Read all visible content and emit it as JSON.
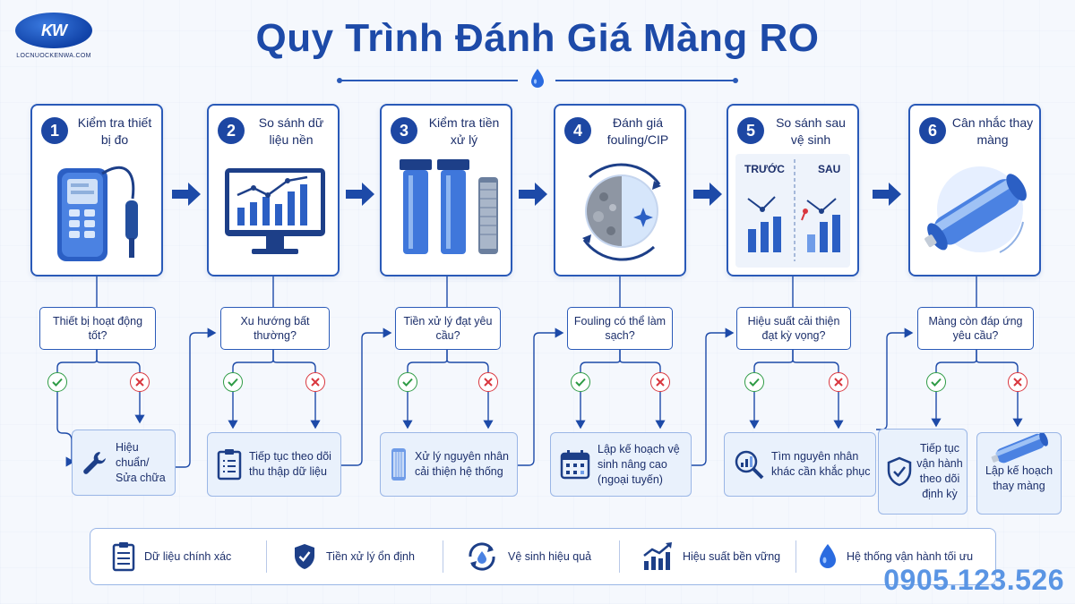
{
  "brand": {
    "logo_text": "KW",
    "url": "LOCNUOCKENWA.COM"
  },
  "title": "Quy Trình Đánh Giá Màng RO",
  "steps": [
    {
      "number": "1",
      "title": "Kiểm tra thiết bị đo",
      "question": "Thiết bị hoạt động tốt?",
      "action": "Hiệu chuẩn/ Sửa chữa"
    },
    {
      "number": "2",
      "title": "So sánh dữ liệu nền",
      "question": "Xu hướng bất thường?",
      "action": "Tiếp tục theo dõi thu thập dữ liệu"
    },
    {
      "number": "3",
      "title": "Kiểm tra tiền xử lý",
      "question": "Tiền xử lý đạt yêu cầu?",
      "action": "Xử lý nguyên nhân cải thiện hệ thống"
    },
    {
      "number": "4",
      "title": "Đánh giá fouling/CIP",
      "question": "Fouling có thể làm sạch?",
      "action": "Lập kế hoạch vệ sinh nâng cao (ngoại tuyến)"
    },
    {
      "number": "5",
      "title": "So sánh sau vệ sinh",
      "question": "Hiệu suất cải thiện đạt kỳ vọng?",
      "action": "Tìm nguyên nhân khác cần khắc phục",
      "labels": {
        "before": "TRƯỚC",
        "after": "SAU"
      }
    },
    {
      "number": "6",
      "title": "Cân nhắc thay màng",
      "question": "Màng còn đáp ứng yêu cầu?",
      "action_yes": "Tiếp tục vận hành theo dõi định kỳ",
      "action_no": "Lập kế hoạch thay màng"
    }
  ],
  "footer": [
    {
      "icon": "clipboard-icon",
      "label": "Dữ liệu chính xác"
    },
    {
      "icon": "shield-check-icon",
      "label": "Tiền xử lý ổn định"
    },
    {
      "icon": "recycle-icon",
      "label": "Vệ sinh hiệu quả"
    },
    {
      "icon": "growth-chart-icon",
      "label": "Hiệu suất bền vững"
    },
    {
      "icon": "water-drop-icon",
      "label": "Hệ thống vận hành tối ưu"
    }
  ],
  "phone": "0905.123.526",
  "colors": {
    "primary": "#1d4aa8",
    "yes": "#2e9b45",
    "no": "#d9363e",
    "phone": "#5a95e4"
  }
}
